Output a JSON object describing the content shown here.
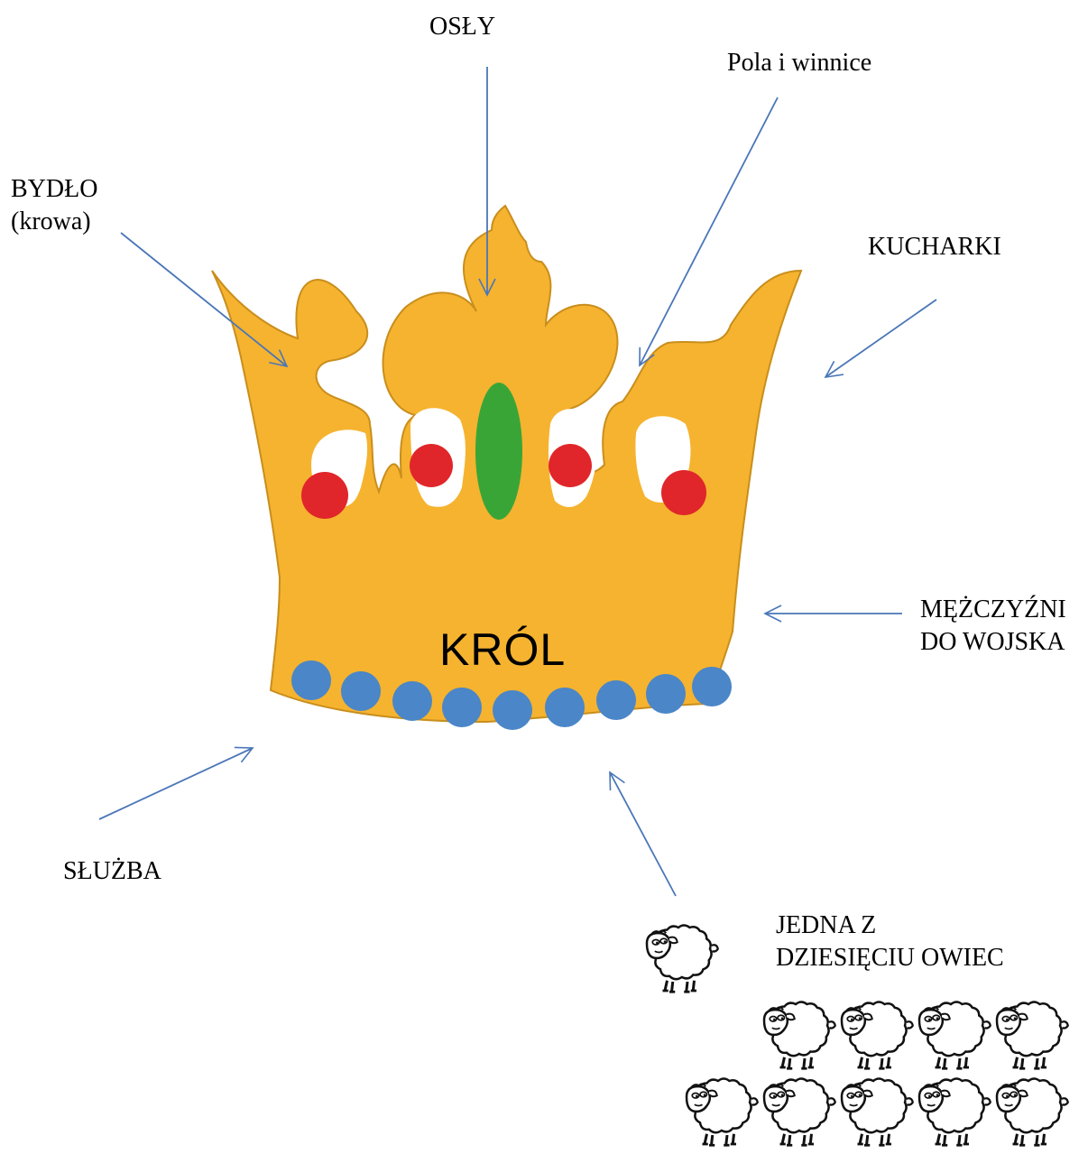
{
  "center_label": "KRÓL",
  "labels": {
    "osly": "OSŁY",
    "pola": "Pola i winnice",
    "bydlo_1": "BYDŁO",
    "bydlo_2": "(krowa)",
    "kucharki": "KUCHARKI",
    "mezczyzni_1": "MĘŻCZYŹNI",
    "mezczyzni_2": "DO WOJSKA",
    "sluzba": "SŁUŻBA",
    "owce_1": "JEDNA Z",
    "owce_2": "DZIESIĘCIU OWIEC"
  },
  "colors": {
    "crown": "#F5B32F",
    "crown_outline": "#C98E1C",
    "ruby": "#E0262A",
    "emerald": "#3AA537",
    "sapphire": "#4A86C8",
    "arrow": "#4A76B8"
  },
  "icons": {
    "crown": "crown-icon",
    "sheep": "sheep-icon"
  },
  "sheep_flock_count": 9
}
